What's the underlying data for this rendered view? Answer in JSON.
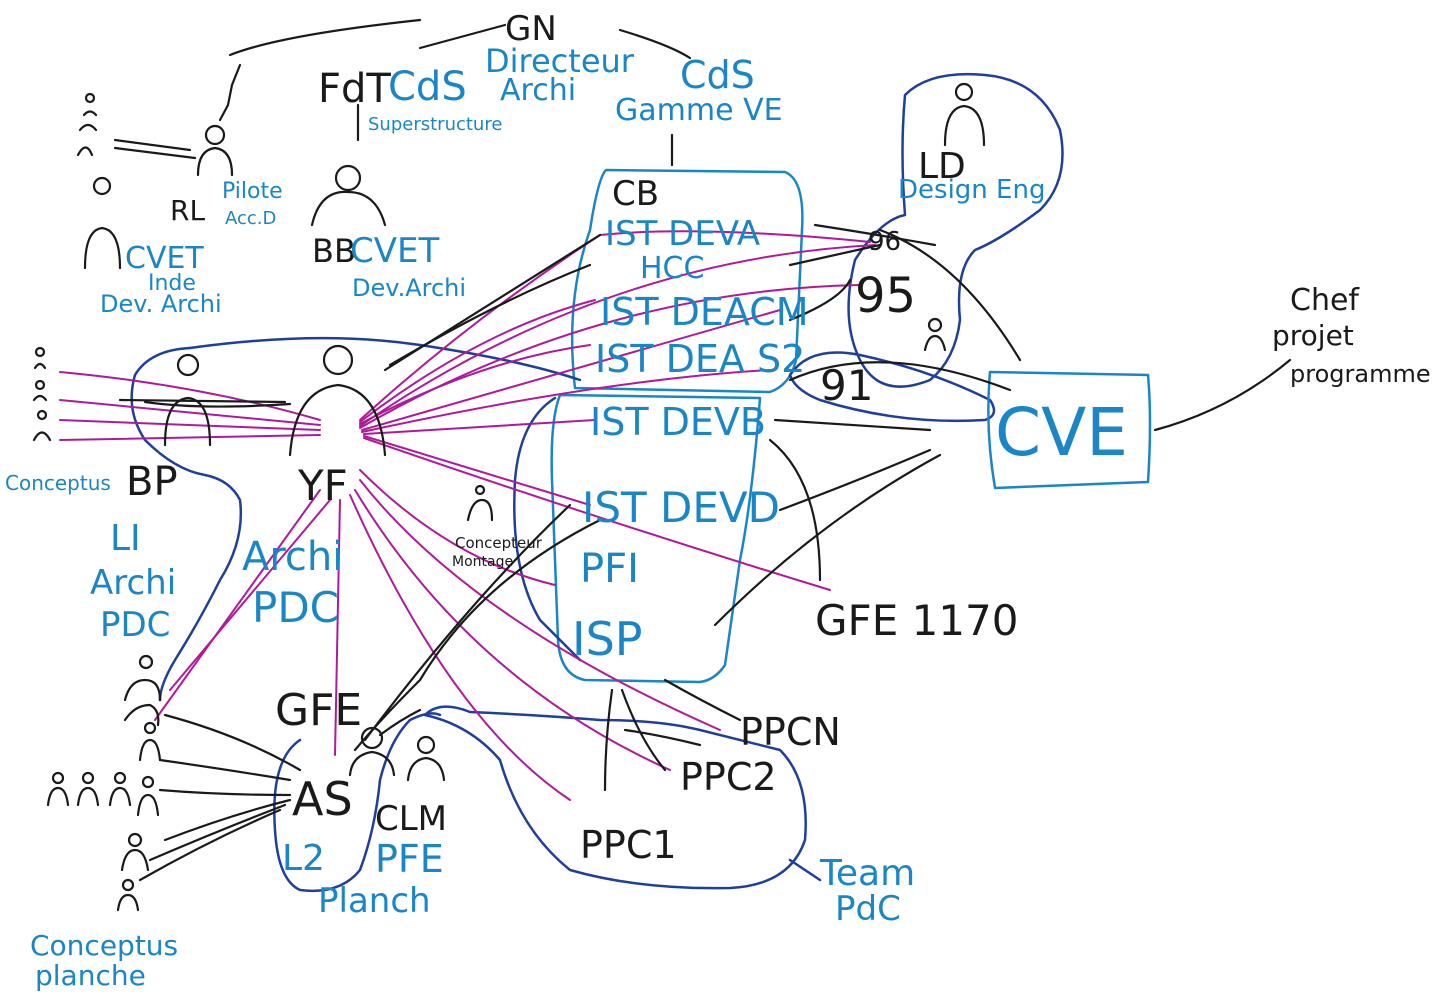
{
  "colors": {
    "black_ink": "#1a1a1a",
    "blue_ink": "#1a86c8",
    "navy_ink": "#1e3f9a",
    "magenta_ink": "#b0199a",
    "background": "#ffffff"
  },
  "labels": {
    "gn": "GN",
    "directeur": "Directeur",
    "archi": "Archi",
    "fdt": "FdT",
    "cds_1": "CdS",
    "superstructure": "Superstructure",
    "cds_2": "CdS",
    "gamme_ve": "Gamme VE",
    "pilote": "Pilote",
    "acc_d": "Acc.D",
    "rl": "RL",
    "bb": "BB",
    "cvet_dev_archi": "CVET",
    "dev_archi": "Dev.Archi",
    "cvet_left": "CVET",
    "inde": "Inde",
    "dev_archi_left": "Dev. Archi",
    "ld": "LD",
    "design_eng": "Design Eng",
    "cb": "CB",
    "ist_deva": "IST DEVA",
    "hcc": "HCC",
    "ist_deacm": "IST DEACM",
    "ist_deas2": "IST DEA S2",
    "ist_devb": "IST DEVB",
    "ist_devd": "IST DEVD",
    "pfi": "PFI",
    "isp": "ISP",
    "n96": "96",
    "n95": "95",
    "n91": "91",
    "chef_projet": "Chef",
    "projet": "projet",
    "programme": "programme",
    "cve": "CVE",
    "concepteurs": "Conceptus",
    "bp": "BP",
    "li": "LI",
    "archi_left": "Archi",
    "pdc_left": "PDC",
    "yf": "YF",
    "archi_pdc": "Archi",
    "pdc": "PDC",
    "concepteur_montage": "Concepteur",
    "montage": "Montage",
    "gfe_1170": "GFE 1170",
    "gfe": "GFE",
    "as": "AS",
    "l2": "L2",
    "clm": "CLM",
    "pfe": "PFE",
    "planch": "Planch",
    "ppcn": "PPCN",
    "ppc2": "PPC2",
    "ppc1": "PPC1",
    "team": "Team",
    "pdc_team": "PdC",
    "concepteurs_planche": "Conceptus",
    "planche": "planche"
  }
}
